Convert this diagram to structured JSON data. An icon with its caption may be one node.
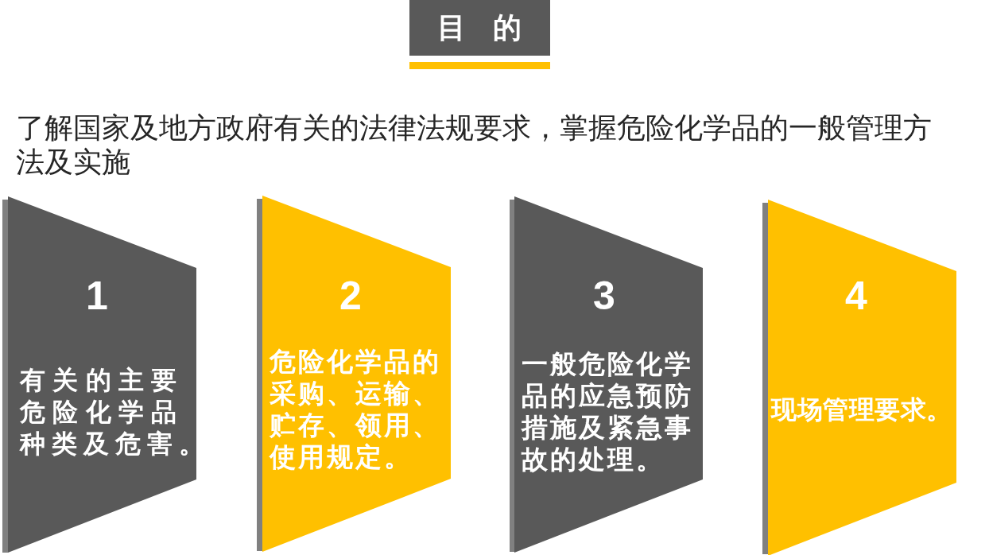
{
  "diagram": {
    "title": "目 的",
    "nodes": [
      {
        "text": [
          "1",
          "有关的主要危险化学品种类及危害。"
        ]
      },
      {
        "text": [
          "2",
          "危险化学品的采购、运输、贮存、领用、使用规定。"
        ]
      },
      {
        "text": [
          "3",
          "一般危险化学品的应急预防措施及紧急事故的处理。"
        ]
      },
      {
        "text": [
          "4",
          "现场管理要求。"
        ]
      }
    ],
    "labels": [
      "了解国家及地方政府有关的法律法规要求，掌握危险化学品的一般管理方法及实施"
    ]
  }
}
